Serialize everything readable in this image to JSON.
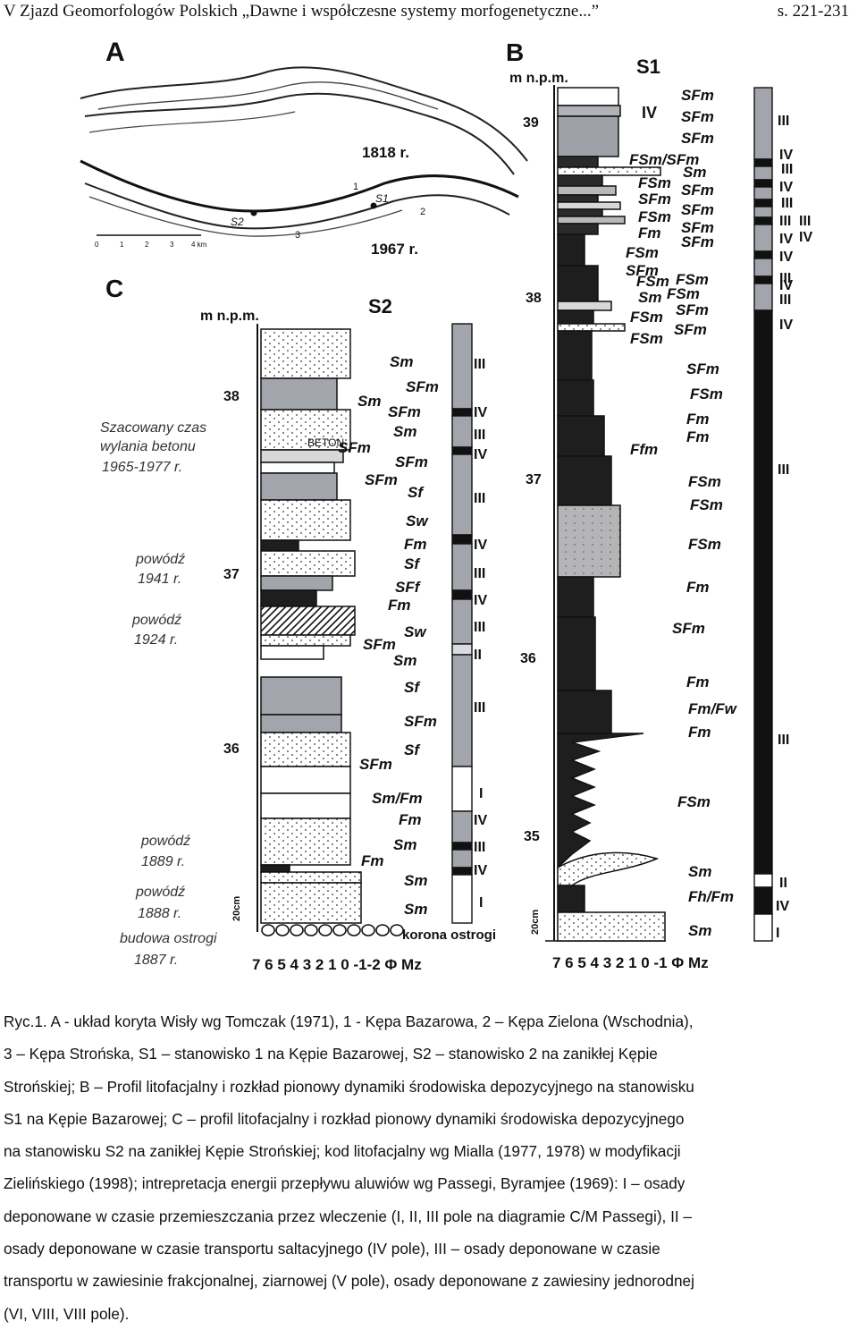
{
  "header": {
    "left": "V Zjazd Geomorfologów Polskich „Dawne i współczesne systemy morfogenetyczne...”",
    "right": "s. 221-231"
  },
  "figure": {
    "panel_a": {
      "letter": "A",
      "year_top": "1818 r.",
      "year_bottom": "1967 r.",
      "s1": "S1",
      "s2": "S2",
      "scale": [
        "0",
        "1",
        "2",
        "3",
        "4 km"
      ],
      "nums": [
        "1",
        "2",
        "3"
      ]
    },
    "panel_b": {
      "letter": "B",
      "unit": "m n.p.m.",
      "site": "S1",
      "elev": [
        "39",
        "38",
        "37",
        "36",
        "35"
      ],
      "axis": "7 6 5 4 3 2 1 0 -1 Φ Mz",
      "scale": "20cm",
      "roman_mid": "IV",
      "codes": [
        "SFm",
        "SFm",
        "SFm",
        "FSm/SFm",
        "Sm",
        "FSm",
        "SFm",
        "SFm",
        "SFm",
        "FSm",
        "SFm",
        "Fm",
        "SFm",
        "FSm",
        "SFm",
        "FSm",
        "FSm",
        "SFm",
        "FSm",
        "SFm",
        "FSm",
        "SFm",
        "FSm",
        "Fm",
        "Ffm",
        "Fm",
        "FSm",
        "FSm",
        "FSm",
        "Fm",
        "SFm",
        "Fm",
        "Fm/Fw",
        "Fm",
        "FSm",
        "Sm",
        "Fh/Fm",
        "Sm",
        "FSm",
        "Sm"
      ],
      "romans": [
        "III",
        "IV",
        "III",
        "IV",
        "III",
        "III",
        "IV",
        "III",
        "IV",
        "IV",
        "III",
        "IV",
        "III",
        "IV",
        "III",
        "III",
        "II",
        "IV",
        "I"
      ]
    },
    "panel_c": {
      "letter": "C",
      "unit": "m n.p.m.",
      "site": "S2",
      "elev": [
        "38",
        "37",
        "36"
      ],
      "beton": "BETON",
      "korona": "korona ostrogi",
      "axis": "7 6 5 4 3 2 1 0 -1-2 Φ Mz",
      "scale": "20cm",
      "notes": [
        "Szacowany czas",
        "wylania betonu",
        "1965-1977 r.",
        "powódź",
        "1941 r.",
        "powódź",
        "1924 r.",
        "powódź",
        "1889 r.",
        "powódź",
        "1888 r.",
        "budowa ostrogi",
        "1887 r."
      ],
      "codes": [
        "Sm",
        "SFm",
        "Sm",
        "SFm",
        "Sm",
        "SFm",
        "SFm",
        "SFm",
        "Sf",
        "Sw",
        "Fm",
        "Sf",
        "SFf",
        "Fm",
        "Sw",
        "SFm",
        "Sm",
        "Sf",
        "SFm",
        "Sf",
        "SFm",
        "Sm/Fm",
        "Fm",
        "Sm",
        "Fm",
        "Sm",
        "Sm"
      ],
      "romans": [
        "III",
        "IV",
        "III",
        "IV",
        "III",
        "IV",
        "III",
        "IV",
        "III",
        "II",
        "III",
        "I",
        "IV",
        "III",
        "IV",
        "I"
      ]
    }
  },
  "caption": {
    "lines": [
      "Ryc.1. A - układ koryta Wisły wg Tomczak (1971), 1 - Kępa Bazarowa, 2 – Kępa Zielona (Wschodnia),",
      "3 – Kępa Strońska, S1 – stanowisko 1 na Kępie Bazarowej, S2 – stanowisko 2 na zanikłej Kępie",
      "Strońskiej; B – Profil litofacjalny i rozkład pionowy dynamiki środowiska depozycyjnego na stanowisku",
      "S1 na Kępie Bazarowej; C – profil litofacjalny i rozkład pionowy dynamiki środowiska depozycyjnego",
      "na stanowisku S2 na zanikłej Kępie Strońskiej; kod litofacjalny wg Mialla (1977, 1978) w modyfikacji",
      "Zielińskiego (1998); intrepretacja energii przepływu aluwiów wg Passegi, Byramjee (1969): I – osady",
      "deponowane w czasie przemieszczania przez wleczenie (I, II, III pole na diagramie C/M Passegi), II –",
      "osady deponowane w czasie transportu saltacyjnego (IV pole), III – osady deponowane w czasie",
      "transportu w zawiesinie frakcjonalnej, ziarnowej (V pole), osady deponowane z zawiesiny jednorodnej",
      "(VI, VIII, VIII pole)."
    ]
  }
}
